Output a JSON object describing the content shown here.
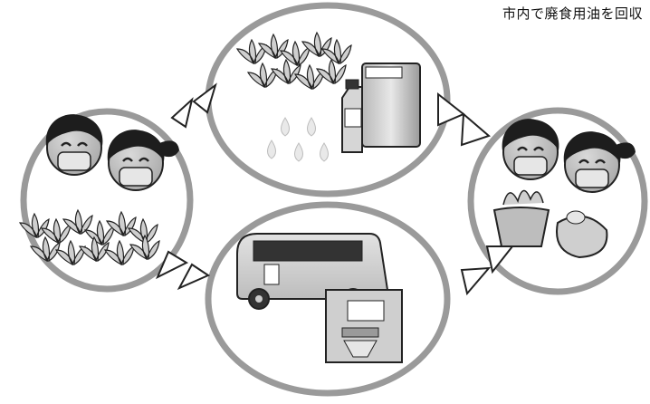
{
  "header": {
    "caption": "市内で廃食用油を回収"
  },
  "diagram": {
    "nodes": [
      {
        "id": "crops",
        "icon": "children-vegetables-icon"
      },
      {
        "id": "oil",
        "icon": "cooking-oil-icon"
      },
      {
        "id": "cooking",
        "icon": "children-fried-food-icon"
      },
      {
        "id": "recycle",
        "icon": "bus-recycling-machine-icon"
      }
    ],
    "colors": {
      "ring": "#9a9a9a",
      "ink": "#222222",
      "arrowFill": "#ffffff"
    }
  }
}
